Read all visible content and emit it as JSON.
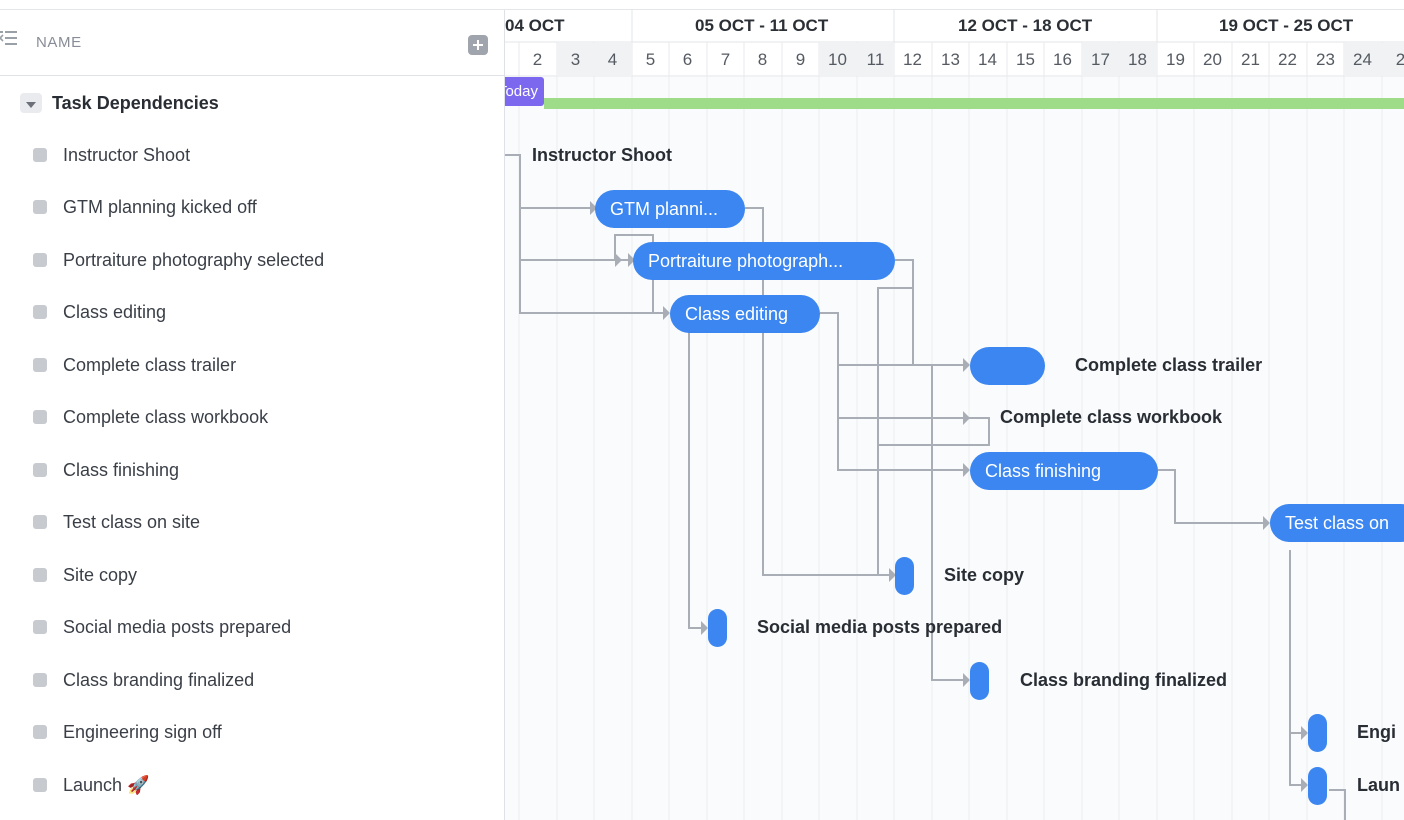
{
  "sidebar": {
    "column_header": "NAME",
    "collapse_icon": "collapse-list-icon",
    "add_icon": "plus-icon",
    "group": {
      "title": "Task Dependencies",
      "caret_icon": "caret-down-icon"
    },
    "tasks": [
      {
        "label": "Instructor Shoot"
      },
      {
        "label": "GTM planning kicked off"
      },
      {
        "label": "Portraiture photography selected"
      },
      {
        "label": "Class editing"
      },
      {
        "label": "Complete class trailer"
      },
      {
        "label": "Complete class workbook"
      },
      {
        "label": "Class finishing"
      },
      {
        "label": "Test class on site"
      },
      {
        "label": "Site copy"
      },
      {
        "label": "Social media posts prepared"
      },
      {
        "label": "Class branding finalized"
      },
      {
        "label": "Engineering sign off"
      },
      {
        "label": "Launch 🚀"
      }
    ]
  },
  "gantt": {
    "weeks": [
      "04 OCT",
      "05 OCT - 11 OCT",
      "12 OCT - 18 OCT",
      "19 OCT - 25 OCT"
    ],
    "days": [
      "2",
      "3",
      "4",
      "5",
      "6",
      "7",
      "8",
      "9",
      "10",
      "11",
      "12",
      "13",
      "14",
      "15",
      "16",
      "17",
      "18",
      "19",
      "20",
      "21",
      "22",
      "23",
      "24",
      "2"
    ],
    "today_label": "Today",
    "bar_labels": {
      "gtm": "GTM planni...",
      "portrait": "Portraiture photograph...",
      "editing": "Class editing",
      "finishing": "Class finishing",
      "test": "Test class on"
    },
    "side_labels": {
      "instructor": "Instructor Shoot",
      "trailer": "Complete class trailer",
      "workbook": "Complete class workbook",
      "sitecopy": "Site copy",
      "social": "Social media posts prepared",
      "branding": "Class branding finalized",
      "engineering": "Engi",
      "launch": "Laun"
    },
    "colors": {
      "bar": "#3b86f0",
      "today": "#7b68ee",
      "progress": "#9edc8a",
      "connector": "#a9adb5"
    }
  }
}
